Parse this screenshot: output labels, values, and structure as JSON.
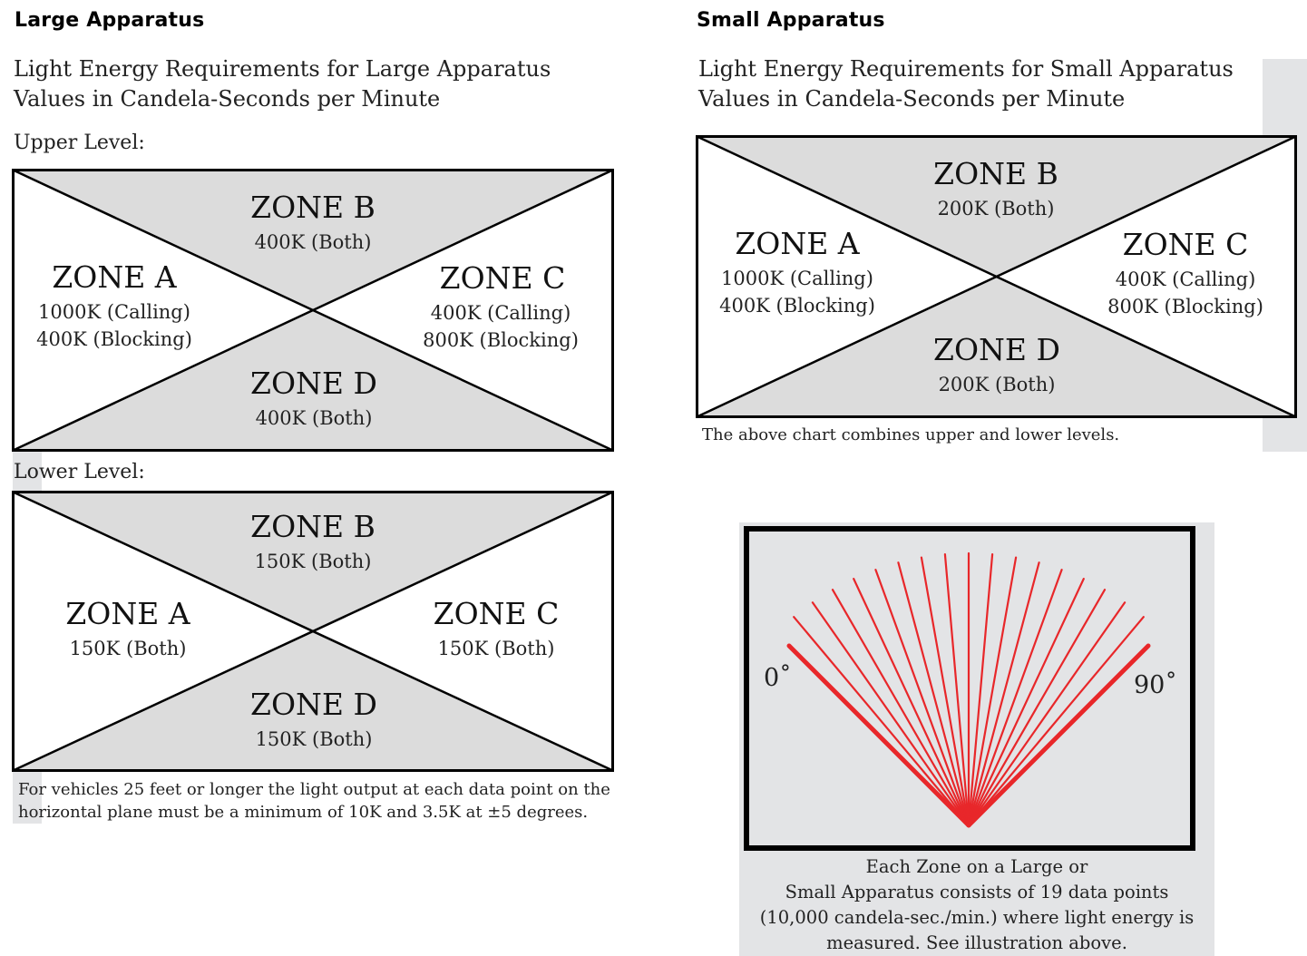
{
  "large": {
    "heading": "Large Apparatus",
    "title_line1": "Light Energy Requirements for Large Apparatus",
    "title_line2": "Values in Candela-Seconds per Minute",
    "upper_label": "Upper Level:",
    "lower_label": "Lower Level:",
    "upper": {
      "zone_b": {
        "name": "ZONE B",
        "values": [
          "400K (Both)"
        ]
      },
      "zone_a": {
        "name": "ZONE A",
        "values": [
          "1000K (Calling)",
          "400K (Blocking)"
        ]
      },
      "zone_c": {
        "name": "ZONE C",
        "values": [
          "400K (Calling)",
          "800K (Blocking)"
        ]
      },
      "zone_d": {
        "name": "ZONE D",
        "values": [
          "400K (Both)"
        ]
      }
    },
    "lower": {
      "zone_b": {
        "name": "ZONE B",
        "values": [
          "150K (Both)"
        ]
      },
      "zone_a": {
        "name": "ZONE A",
        "values": [
          "150K (Both)"
        ]
      },
      "zone_c": {
        "name": "ZONE C",
        "values": [
          "150K (Both)"
        ]
      },
      "zone_d": {
        "name": "ZONE D",
        "values": [
          "150K (Both)"
        ]
      }
    },
    "note_line1": "For vehicles 25 feet or longer the light output at each data point on the",
    "note_line2": "horizontal plane must be a minimum of 10K and 3.5K at ±5 degrees."
  },
  "small": {
    "heading": "Small Apparatus",
    "title_line1": "Light Energy Requirements for Small Apparatus",
    "title_line2": "Values in Candela-Seconds per Minute",
    "combined": {
      "zone_b": {
        "name": "ZONE B",
        "values": [
          "200K (Both)"
        ]
      },
      "zone_a": {
        "name": "ZONE A",
        "values": [
          "1000K (Calling)",
          "400K (Blocking)"
        ]
      },
      "zone_c": {
        "name": "ZONE C",
        "values": [
          "400K (Calling)",
          "800K (Blocking)"
        ]
      },
      "zone_d": {
        "name": "ZONE D",
        "values": [
          "200K (Both)"
        ]
      }
    },
    "note": "The above chart combines upper and lower levels."
  },
  "fan": {
    "data_point_count": 19,
    "start_label": "0˚",
    "end_label": "90˚",
    "ray_color": "#e8272a",
    "caption_lines": [
      "Each Zone on a Large or",
      "Small Apparatus consists of 19 data points",
      "(10,000 candela-sec./min.) where light energy is",
      "measured.  See illustration above."
    ]
  },
  "colors": {
    "zone_fill": "#dcdcdc",
    "panel_gray": "#e3e4e6"
  }
}
